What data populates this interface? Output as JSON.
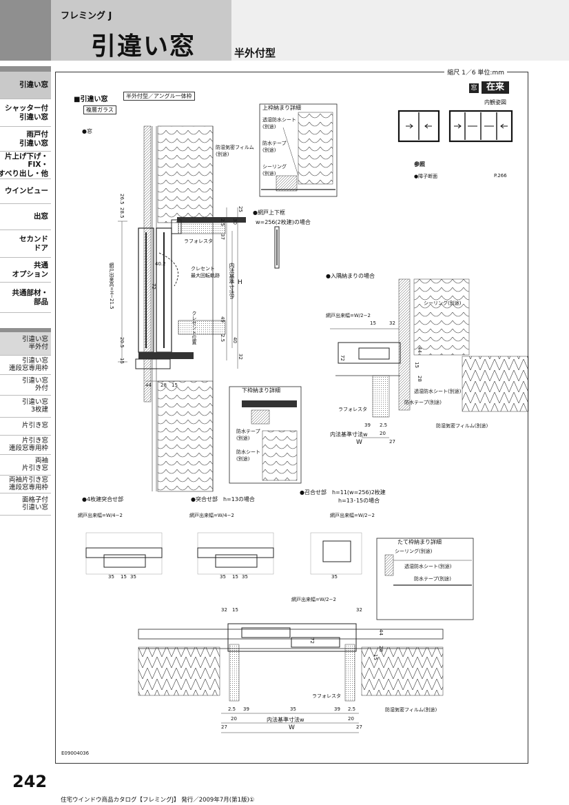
{
  "header": {
    "series": "フレミング J",
    "title": "引違い窓",
    "subtitle": "半外付型"
  },
  "sidebar": {
    "main_items": [
      {
        "label": "引違い窓",
        "active": true
      },
      {
        "label": "シャッター付\n引違い窓",
        "active": false
      },
      {
        "label": "雨戸付\n引違い窓",
        "active": false
      },
      {
        "label": "片上げ下げ・\nFIX・\nすべり出し・他",
        "active": false
      },
      {
        "label": "ウインビュー",
        "active": false
      },
      {
        "label": "出窓",
        "active": false
      },
      {
        "label": "セカンド\nドア",
        "active": false
      },
      {
        "label": "共通\nオプション",
        "active": false
      },
      {
        "label": "共通部材・\n部品",
        "active": false
      }
    ],
    "sub_items": [
      {
        "label": "引違い窓\n半外付",
        "active": true
      },
      {
        "label": "引違い窓\n連段窓専用枠",
        "active": false
      },
      {
        "label": "引違い窓\n外付",
        "active": false
      },
      {
        "label": "引違い窓\n3枚建",
        "active": false
      },
      {
        "label": "片引き窓",
        "active": false
      },
      {
        "label": "片引き窓\n連段窓専用枠",
        "active": false
      },
      {
        "label": "両袖\n片引き窓",
        "active": false
      },
      {
        "label": "両袖片引き窓\n連段窓専用枠",
        "active": false
      },
      {
        "label": "面格子付\n引違い窓",
        "active": false
      }
    ]
  },
  "frame": {
    "scale": "縮尺 1／6 単位:mm",
    "section_title": "■引違い窓",
    "section_tag": "半外付型／アングル一体枠",
    "glass_tag": "複層ガラス",
    "window_label": "●窓",
    "badge_mado": "窓",
    "badge_zairai": "在来",
    "elevation_label": "内観姿図",
    "ref_title": "参照",
    "ref_item": "●障子断面",
    "ref_page": "P.266",
    "doc_code": "E09004036"
  },
  "labels": {
    "top_detail": "上枠納まり詳細",
    "top_seal_sheet": "透湿防水シート\n(別途)",
    "top_tape": "防水テープ\n(別途)",
    "top_sealing": "シーリング\n(別途)",
    "airtight_film_upper": "防湿気密フィルム\n(別途)",
    "screen_frame": "●網戸上下框",
    "screen_w_case": "w=256(2枚建)の場合",
    "laforesta": "ラフォレスタ",
    "crescent_track": "クレセント\n最大回転軌跡",
    "crescent_pos": "クレセント位置",
    "inner_std_h": "内法基準寸法h",
    "dim_H": "H",
    "screen_h": "網戸出来高=H−21.5",
    "irizumi": "●入隅納まりの場合",
    "sealing": "シーリング(別途)",
    "screen_width_half": "網戸出来幅=W/2−2",
    "trans_sheet": "透湿防水シート(別途)",
    "water_tape": "防水テープ(別途)",
    "laforesta2": "ラフォレスタ",
    "airtight_film": "防湿気密フィルム(別途)",
    "inner_std_w": "内法基準寸法w",
    "dim_W": "W",
    "bottom_detail": "下枠納まり詳細",
    "bottom_tape": "防水テープ\n(別途)",
    "bottom_sheet": "防水シート\n(別途)",
    "four_meet": "●4枚建突合せ部",
    "butt_h13": "●突合せ部　h=13の場合",
    "meeting": "●召合せ部　h=11(w=256)2枚建",
    "meeting2": "h=13･15の場合",
    "screen_w4": "網戸出来幅=W/4−2",
    "screen_w4b": "網戸出来幅=W/4−2",
    "screen_w2": "網戸出来幅=W/2−2",
    "side_detail": "たて枠納まり詳細",
    "side_sealing": "シーリング(別途)",
    "side_sheet": "透湿防水シート(別途)",
    "side_tape": "防水テープ(別途)",
    "plan_screen_w2": "網戸出来幅=W/2−2",
    "plan_laforesta": "ラフォレスタ",
    "plan_film": "防湿気密フィルム(別途)",
    "plan_inner_w": "内法基準寸法w",
    "plan_W": "W"
  },
  "dims": {
    "d28_5": "28.5",
    "d26_5": "26.5",
    "d25": "25",
    "d30": "30",
    "d2_5a": "2.5",
    "d37": "37",
    "d40_2": "40.2",
    "d72": "72",
    "d49": "49",
    "d40": "40",
    "d2_5b": "2.5",
    "d20_5": "20.5",
    "d32": "32",
    "d15": "15",
    "d44": "44",
    "d28": "28",
    "d15b": "15",
    "r15": "15",
    "r32": "32",
    "r72": "72",
    "r44": "44",
    "r15b": "15",
    "r28": "28",
    "r39": "39",
    "r2_5": "2.5",
    "r20": "20",
    "r27": "27",
    "m35a": "35",
    "m15a": "15",
    "m35b": "35",
    "m35c": "35",
    "m15b": "15",
    "m35d": "35",
    "m35e": "35",
    "p32": "32",
    "p15": "15",
    "p32b": "32",
    "p72": "72",
    "p44": "44",
    "p15b": "15",
    "p28": "28",
    "p2_5": "2.5",
    "p39": "39",
    "p35": "35",
    "p39b": "39",
    "p2_5b": "2.5",
    "p20": "20",
    "p20b": "20",
    "p27": "27",
    "p27b": "27"
  },
  "page_number": "242",
  "footer": "住宅ウインドウ商品カタログ【フレミングJ】 発行／2009年7月(第1版)①"
}
